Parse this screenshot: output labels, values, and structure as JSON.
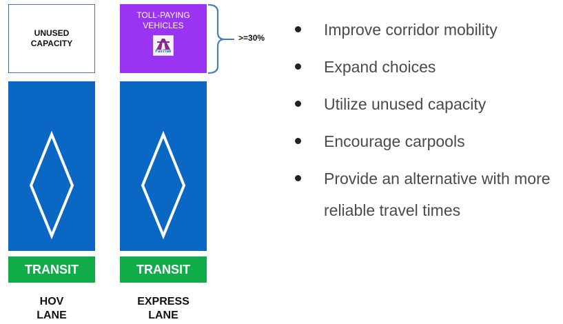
{
  "diagram": {
    "unused_capacity": "UNUSED\nCAPACITY",
    "toll_paying": "TOLL-PAYING\nVEHICLES",
    "fastrak_logo_text": "FasTrak",
    "threshold": ">=30%",
    "hov_transit": "TRANSIT",
    "express_transit": "TRANSIT",
    "hov_lane_label": "HOV\nLANE",
    "express_lane_label": "EXPRESS\nLANE"
  },
  "colors": {
    "lane_blue": "#0a68c4",
    "transit_green": "#0fac47",
    "toll_purple": "#9b33f2"
  },
  "bullets": [
    "Improve corridor mobility",
    "Expand choices",
    "Utilize unused capacity",
    "Encourage carpools",
    "Provide an alternative with more reliable travel times"
  ]
}
